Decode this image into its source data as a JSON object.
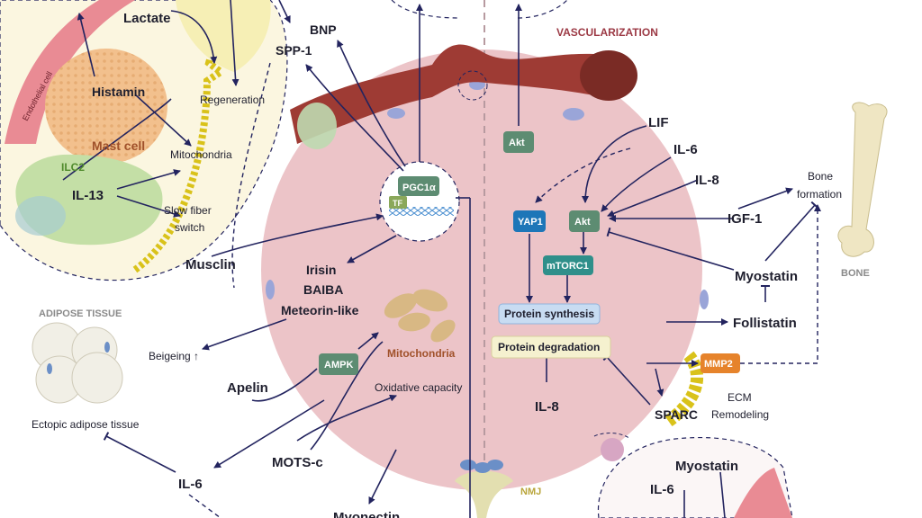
{
  "labels": {
    "lactate": "Lactate",
    "bnp": "BNP",
    "spp1": "SPP-1",
    "regeneration": "Regeneration",
    "histamin": "Histamin",
    "mast_cell": "Mast cell",
    "mitochondria_left": "Mitochondria",
    "ilc2": "ILC2",
    "il13": "IL-13",
    "slow_fiber_switch_line1": "Slow fiber",
    "slow_fiber_switch_line2": "switch",
    "endothelial_cell": "Endothelial cell",
    "vascularization": "VASCULARIZATION",
    "pgc1a": "PGC1α",
    "tf": "TF",
    "musclin": "Musclin",
    "irisin": "Irisin",
    "baiba": "BAIBA",
    "meteorin_like": "Meteorin-like",
    "adipose_tissue": "ADIPOSE TISSUE",
    "beigeing": "Beigeing ↑",
    "apelin": "Apelin",
    "ampk": "AMPK",
    "mitochondria_center": "Mitochondria",
    "oxidative_capacity": "Oxidative capacity",
    "ectopic_adipose_tissue": "Ectopic adipose tissue",
    "il6_left": "IL-6",
    "mots_c": "MOTS-c",
    "myonectin": "Myonectin",
    "nmj": "NMJ",
    "akt_top": "Akt",
    "lif": "LIF",
    "il6_right": "IL-6",
    "il8_right": "IL-8",
    "igf1": "IGF-1",
    "yap1": "YAP1",
    "akt_mid": "Akt",
    "mtorc1": "mTORC1",
    "protein_synthesis": "Protein synthesis",
    "protein_degradation": "Protein degradation",
    "il8_bottom": "IL-8",
    "myostatin_right": "Myostatin",
    "follistatin": "Follistatin",
    "mmp2": "MMP2",
    "ecm_line1": "ECM",
    "ecm_line2": "Remodeling",
    "sparc": "SPARC",
    "bone_formation_line1": "Bone",
    "bone_formation_line2": "formation",
    "bone": "BONE",
    "myostatin_bottom": "Myostatin",
    "il6_bottom_right": "IL-6"
  },
  "colors": {
    "muscle": "#ecc4c8",
    "vessel": "#9e3b34",
    "navy": "#23245f",
    "green_pill": "#5d8c72",
    "teal_pill": "#2f8f8a",
    "blue_pill": "#1d76b8",
    "mmp2": "#e6832b",
    "sparc": "#d9c21a",
    "adipose": "#f1efe6",
    "mast_cell": "#f2c08d",
    "ilc2": "#c4dfa6",
    "endothelial": "#e98b94",
    "bone": "#efe6c3",
    "vascularization_text": "#9c3a45"
  }
}
